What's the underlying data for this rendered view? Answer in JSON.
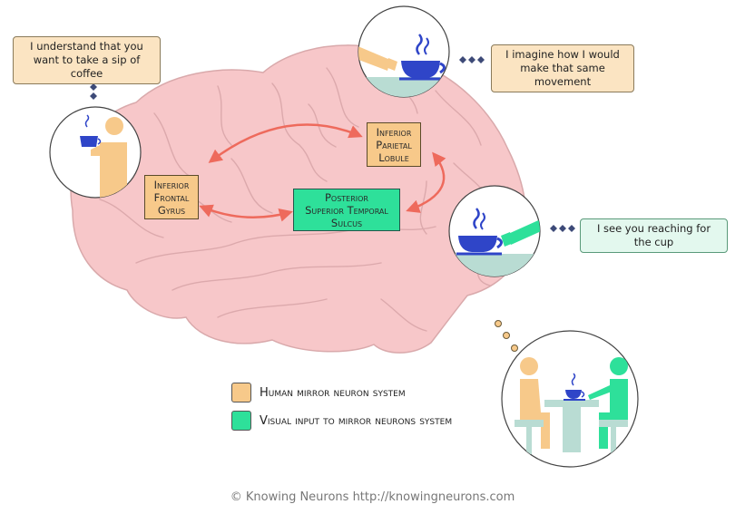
{
  "regions": {
    "ifg": {
      "label": "Inferior\nFrontal\nGyrus"
    },
    "ipl": {
      "label": "Inferior\nParietal\nLobule"
    },
    "psts": {
      "label": "Posterior\nSuperior Temporal\nSulcus"
    }
  },
  "bubbles": {
    "understand": "I understand that you want to take a sip of coffee",
    "imagine": "I imagine how I would make that same movement",
    "see": "I see you reaching for the cup"
  },
  "legend": {
    "human": {
      "label": "Human mirror neuron system",
      "color": "#f7c98a"
    },
    "visual": {
      "label": "Visual input to mirror neurons system",
      "color": "#2ee09a"
    }
  },
  "footer": "© Knowing Neurons http://knowingneurons.com",
  "colors": {
    "brain_fill": "#f7c7c9",
    "brain_stroke": "#d9a9ab",
    "arrow": "#ee6a5c",
    "cup_blue": "#2f45c8",
    "dot": "#3d4a78",
    "table": "#b9dcd3"
  }
}
